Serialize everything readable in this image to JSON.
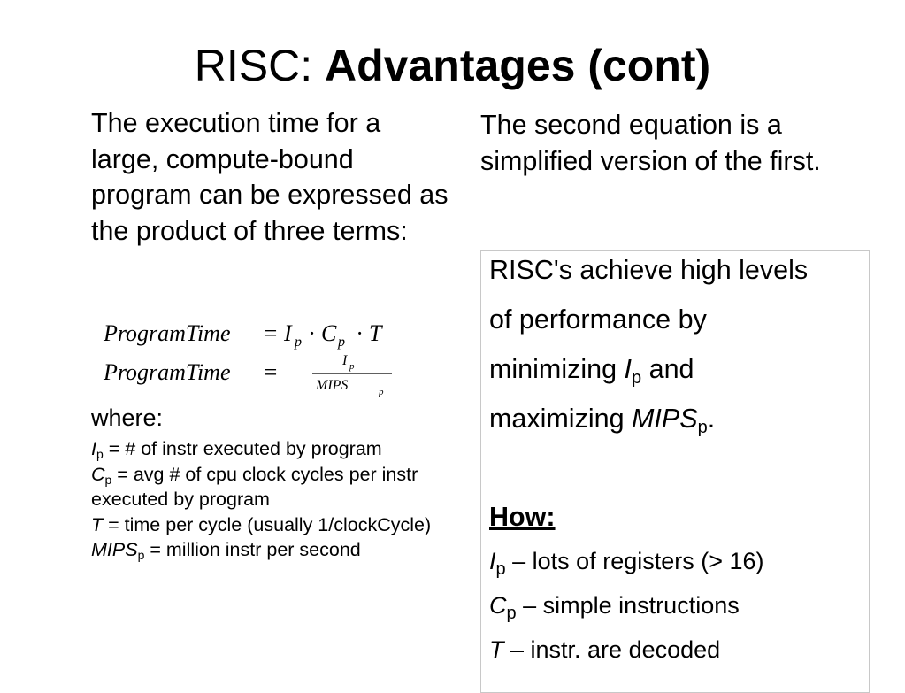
{
  "title": {
    "plain": "RISC: ",
    "bold": "Advantages (cont)"
  },
  "left": {
    "intro": "The execution time for a large, compute-bound program can be expressed as the product of three terms:",
    "equation1": {
      "lhs": "ProgramTime",
      "eq": "=",
      "rhs": "I",
      "rhs_sub": "p",
      "dot": "·",
      "c": "C",
      "c_sub": "p",
      "t": "T"
    },
    "equation2": {
      "lhs": "ProgramTime",
      "eq": "=",
      "num": "I",
      "num_sub": "p",
      "den": "MIPS",
      "den_sub": "p"
    },
    "where": "where:",
    "defs": [
      {
        "sym": "I",
        "sub": "p",
        "text": " = # of instr executed by program"
      },
      {
        "sym": "C",
        "sub": "p",
        "text": " = avg # of cpu clock cycles per instr executed by program"
      },
      {
        "sym": "T",
        "sub": "",
        "text": " = time per cycle (usually 1/clockCycle)"
      },
      {
        "sym": "MIPS",
        "sub": "p",
        "text": " = million instr per second"
      }
    ]
  },
  "right": {
    "intro": "The second equation is a simplified version of the first.",
    "box": {
      "line1": "RISC's achieve high levels",
      "line2": "of performance by",
      "line3_pre": "minimizing ",
      "line3_sym": "I",
      "line3_sub": "p",
      "line3_post": " and",
      "line4_pre": "maximizing ",
      "line4_sym": "MIPS",
      "line4_sub": "p",
      "line4_post": ".",
      "how": "How:",
      "items": [
        {
          "sym": "I",
          "sub": "p",
          "text": " – lots of registers (> 16)"
        },
        {
          "sym": "C",
          "sub": "p",
          "text": " – simple instructions"
        },
        {
          "sym": "T",
          "sub": "",
          "text": " – instr. are decoded"
        }
      ]
    }
  }
}
